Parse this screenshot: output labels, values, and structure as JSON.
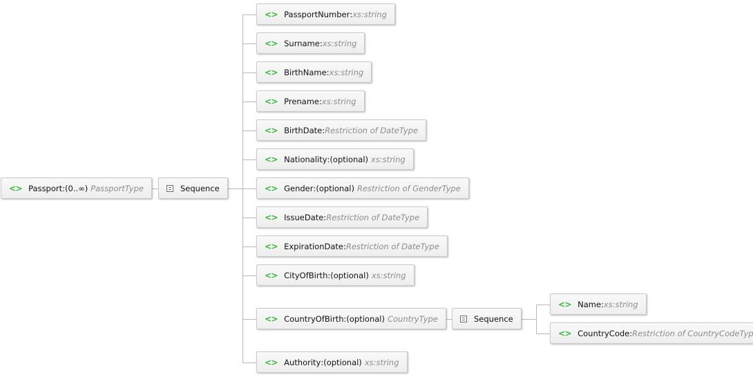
{
  "root": {
    "name": "Passport",
    "sep": " : ",
    "cardinality": "(0..∞)",
    "type": "PassportType",
    "icon": "element-icon"
  },
  "sequence_main": {
    "label": "Sequence",
    "icon": "sequence-icon"
  },
  "children": [
    {
      "name": "PassportNumber",
      "sep": " : ",
      "cardinality": "",
      "type": "xs:string"
    },
    {
      "name": "Surname",
      "sep": " : ",
      "cardinality": "",
      "type": "xs:string"
    },
    {
      "name": "BirthName",
      "sep": " : ",
      "cardinality": "",
      "type": "xs:string"
    },
    {
      "name": "Prename",
      "sep": " : ",
      "cardinality": "",
      "type": "xs:string"
    },
    {
      "name": "BirthDate",
      "sep": " : ",
      "cardinality": "",
      "type": "Restriction of DateType"
    },
    {
      "name": "Nationality",
      "sep": " : ",
      "cardinality": "(optional)",
      "type": "xs:string"
    },
    {
      "name": "Gender",
      "sep": " : ",
      "cardinality": "(optional)",
      "type": "Restriction of GenderType"
    },
    {
      "name": "IssueDate",
      "sep": " : ",
      "cardinality": "",
      "type": "Restriction of DateType"
    },
    {
      "name": "ExpirationDate",
      "sep": " : ",
      "cardinality": "",
      "type": "Restriction of DateType"
    },
    {
      "name": "CityOfBirth",
      "sep": " : ",
      "cardinality": "(optional)",
      "type": "xs:string"
    },
    {
      "name": "CountryOfBirth",
      "sep": " : ",
      "cardinality": "(optional)",
      "type": "CountryType"
    },
    {
      "name": "Authority",
      "sep": " : ",
      "cardinality": "(optional)",
      "type": "xs:string"
    }
  ],
  "sequence_country": {
    "label": "Sequence",
    "icon": "sequence-icon"
  },
  "country_children": [
    {
      "name": "Name",
      "sep": " : ",
      "cardinality": "",
      "type": "xs:string"
    },
    {
      "name": "CountryCode",
      "sep": " : ",
      "cardinality": "",
      "type": "Restriction of CountryCodeType"
    }
  ],
  "colors": {
    "element_icon": "#34b934",
    "type_text": "#8c8c8c",
    "node_border": "#c9c9c9",
    "connector": "#b8b8b8"
  }
}
